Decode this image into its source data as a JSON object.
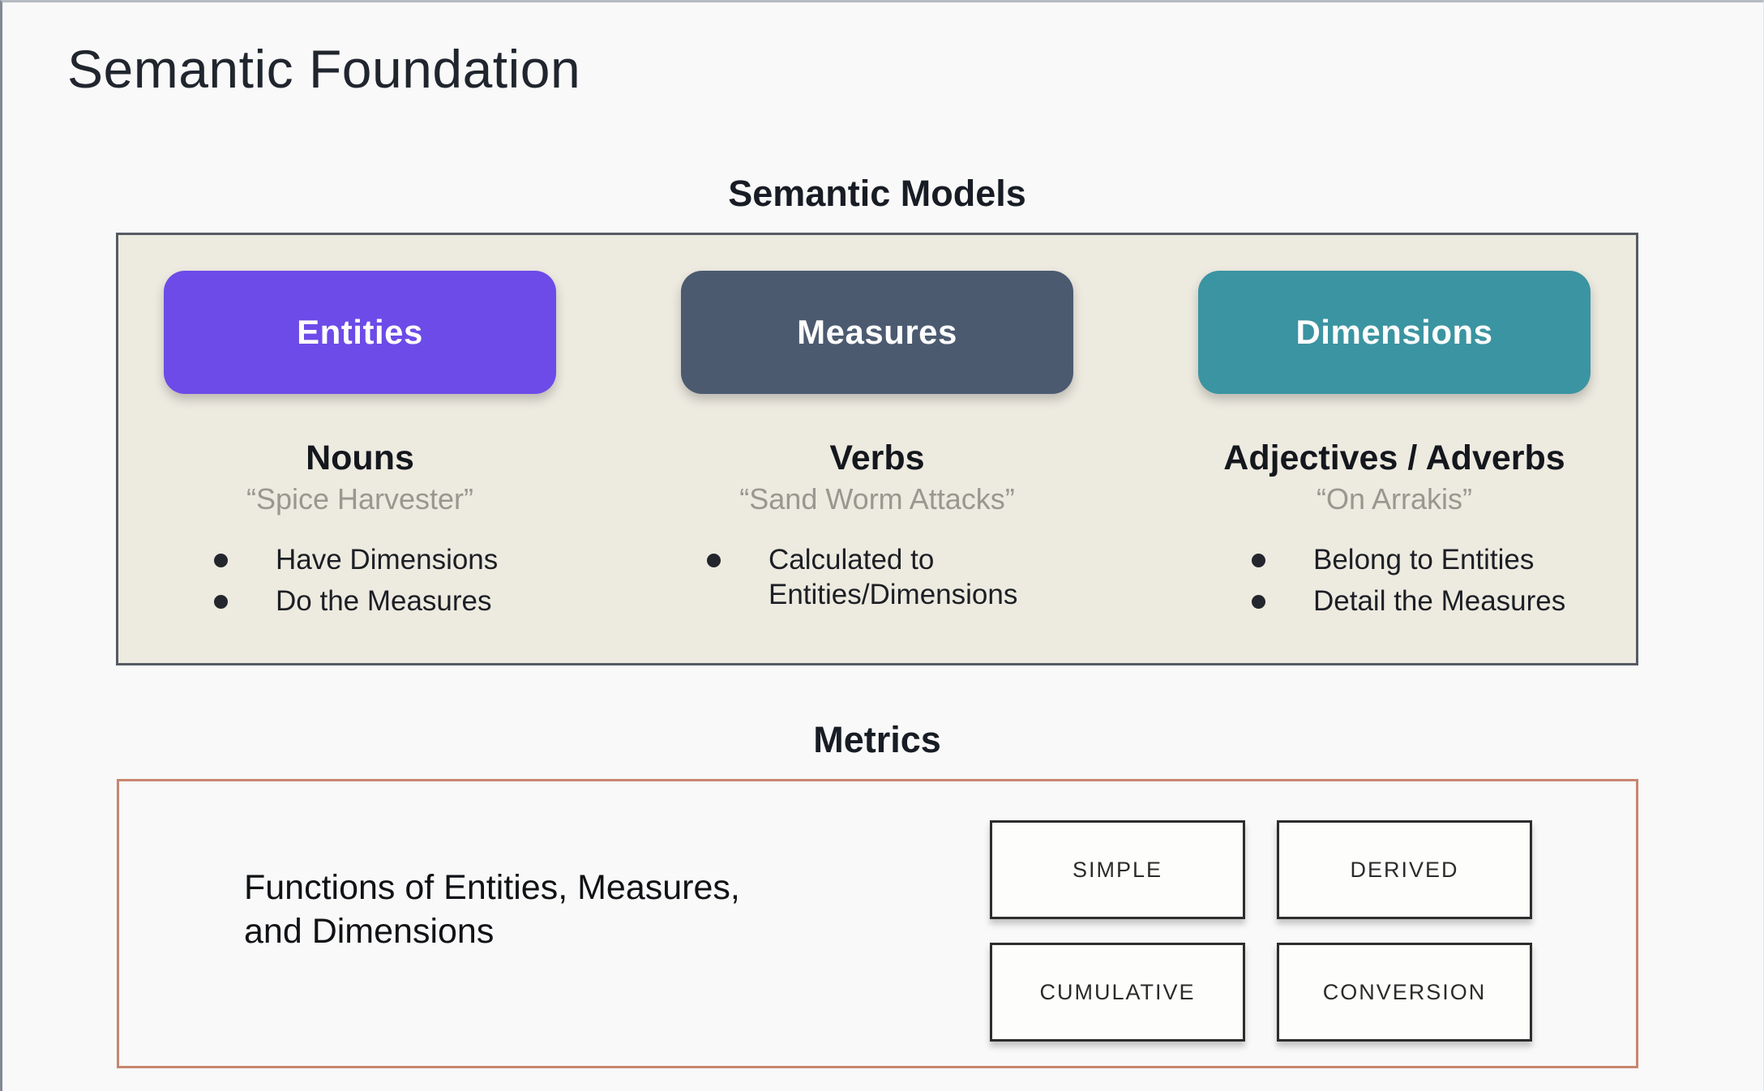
{
  "page": {
    "title": "Semantic Foundation"
  },
  "colors": {
    "panel_bg": "#edeae0",
    "panel_border": "#555b63",
    "metrics_border": "#c98570",
    "entities_pill": "#6c4be8",
    "measures_pill": "#4c5a70",
    "dimensions_pill": "#3b94a1"
  },
  "semantic_models": {
    "heading": "Semantic Models",
    "columns": [
      {
        "pill": "Entities",
        "pill_color": "#6c4be8",
        "subtitle": "Nouns",
        "quote": "“Spice Harvester”",
        "bullets": [
          "Have Dimensions",
          "Do the Measures"
        ]
      },
      {
        "pill": "Measures",
        "pill_color": "#4c5a70",
        "subtitle": "Verbs",
        "quote": "“Sand Worm Attacks”",
        "bullets": [
          "Calculated to Entities/Dimensions"
        ]
      },
      {
        "pill": "Dimensions",
        "pill_color": "#3b94a1",
        "subtitle": "Adjectives / Adverbs",
        "quote": "“On Arrakis”",
        "bullets": [
          "Belong to Entities",
          "Detail the Measures"
        ]
      }
    ]
  },
  "metrics": {
    "heading": "Metrics",
    "description_line1": "Functions of Entities, Measures,",
    "description_line2": "and Dimensions",
    "types": [
      "SIMPLE",
      "DERIVED",
      "CUMULATIVE",
      "CONVERSION"
    ]
  }
}
